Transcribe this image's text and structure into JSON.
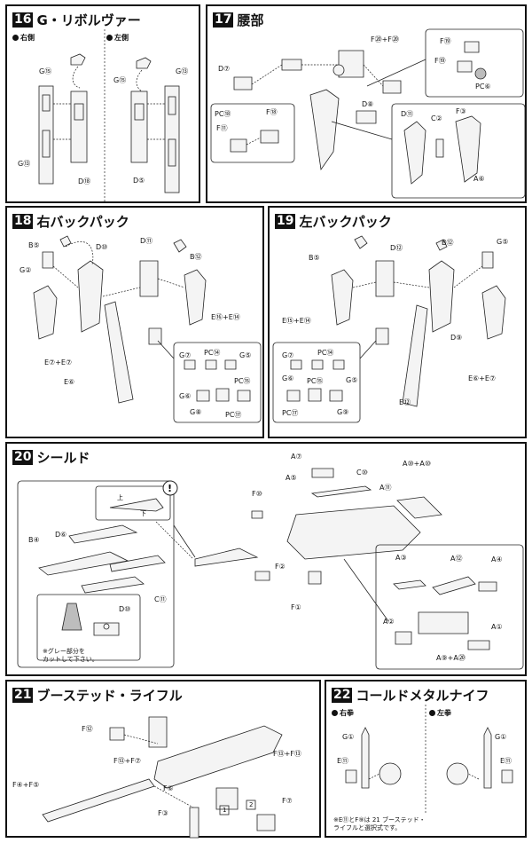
{
  "steps": {
    "s16": {
      "num": "16",
      "title": "G・リボルヴァー",
      "sub_right": "右側",
      "sub_left": "左側"
    },
    "s17": {
      "num": "17",
      "title": "腰部"
    },
    "s18": {
      "num": "18",
      "title": "右バックパック"
    },
    "s19": {
      "num": "19",
      "title": "左バックパック"
    },
    "s20": {
      "num": "20",
      "title": "シールド",
      "cut_note_1": "※グレー部分を",
      "cut_note_2": "カットして下さい。",
      "arrow_top": "上",
      "arrow_bottom": "下"
    },
    "s21": {
      "num": "21",
      "title": "ブーステッド・ライフル"
    },
    "s22": {
      "num": "22",
      "title": "コールドメタルナイフ",
      "sub_right": "右拳",
      "sub_left": "左拳",
      "note_1": "※E⑪とF⑨は 21 ブーステッド・",
      "note_2": "ライフルと選択式です。"
    }
  },
  "labels": {
    "s16": [
      "G⑮",
      "G⑬",
      "D⑱",
      "G⑮",
      "G⑬",
      "D⑤"
    ],
    "s17": [
      "D⑦",
      "F⑳+F⑳",
      "D⑧",
      "F⑲",
      "F⑲",
      "PC⑥",
      "PC⑱",
      "F⑱",
      "F⑪",
      "D⑪",
      "C②",
      "F③",
      "A⑥"
    ],
    "s18": [
      "B⑤",
      "G②",
      "D⑩",
      "D⑪",
      "B⑫",
      "E⑯+E⑭",
      "E⑦+E⑦",
      "E⑥",
      "G⑦",
      "PC⑭",
      "G⑤",
      "G⑥",
      "PC⑮",
      "G⑧",
      "PC⑰"
    ],
    "s19": [
      "B⑤",
      "D⑫",
      "B⑫",
      "G⑤",
      "E⑮+E⑭",
      "D⑨",
      "E⑥+E⑦",
      "E⑫",
      "G⑦",
      "PC⑭",
      "G⑥",
      "G⑤",
      "PC⑮",
      "PC⑰",
      "G⑨"
    ],
    "s20": [
      "A⑦",
      "C⑩",
      "A⑩+A⑩",
      "A⑤",
      "A⑪",
      "F⑩",
      "D⑥",
      "B④",
      "C⑪",
      "D⑩",
      "F②",
      "F①",
      "A③",
      "A⑫",
      "A④",
      "A②",
      "A①",
      "A⑨+A⑳"
    ],
    "s21": [
      "F⑫",
      "F⑬+F⑦",
      "F⑬+F⑬",
      "F④+F⑤",
      "F⑦",
      "F③",
      "F⑥"
    ],
    "s22": [
      "G①",
      "E⑪",
      "G①",
      "E⑪"
    ]
  }
}
